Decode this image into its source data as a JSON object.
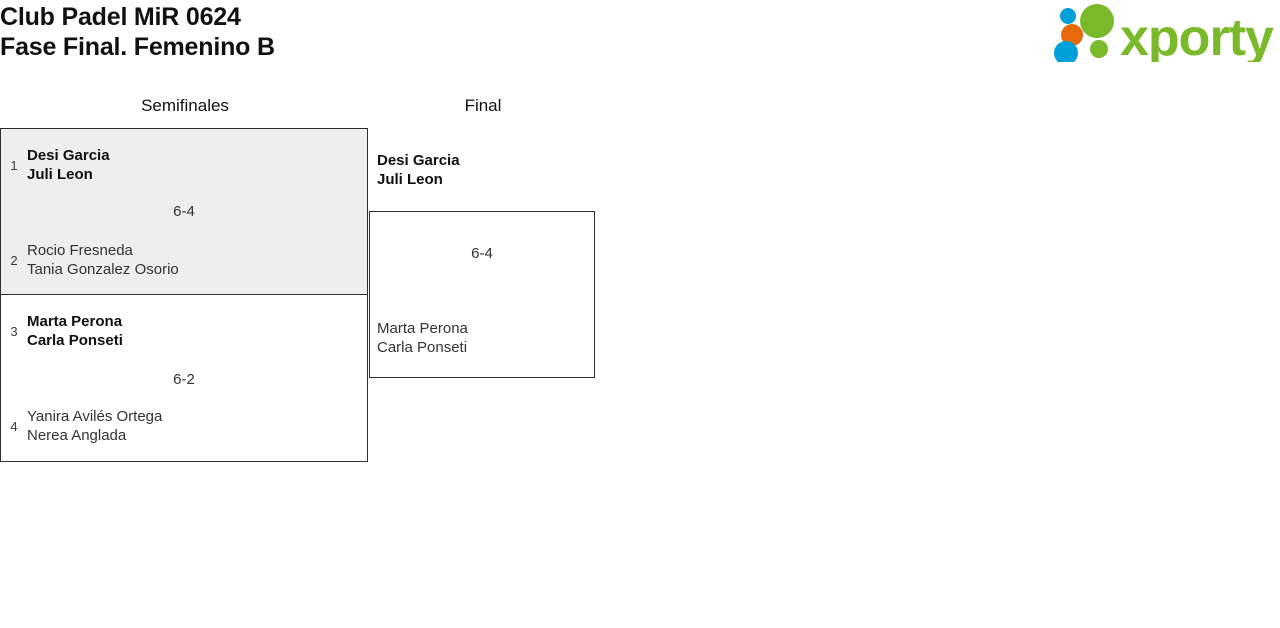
{
  "header": {
    "title_line1": "Club Padel MiR 0624",
    "title_line2": "Fase Final. Femenino B",
    "title_full": "Club Padel MiR 0624\nFase Final. Femenino B",
    "logo": {
      "name": "xporty-logo",
      "wordmark": "xporty",
      "colors": {
        "green": "#7ab929",
        "blue": "#00a0dd",
        "orange": "#e8690b"
      }
    }
  },
  "bracket": {
    "rounds": [
      {
        "id": "semifinales",
        "label": "Semifinales"
      },
      {
        "id": "final",
        "label": "Final"
      }
    ],
    "matches": [
      {
        "id": "sf-1",
        "round": "semifinales",
        "highlighted": true,
        "score": "6-4",
        "teams": [
          {
            "seed": "1",
            "players": "Desi Garcia\nJuli Leon",
            "winner": true
          },
          {
            "seed": "2",
            "players": "Rocio Fresneda\nTania Gonzalez Osorio",
            "winner": false
          }
        ]
      },
      {
        "id": "sf-2",
        "round": "semifinales",
        "highlighted": false,
        "score": "6-2",
        "teams": [
          {
            "seed": "3",
            "players": "Marta Perona\nCarla Ponseti",
            "winner": true
          },
          {
            "seed": "4",
            "players": "Yanira Avilés Ortega\nNerea Anglada",
            "winner": false
          }
        ]
      },
      {
        "id": "final-1",
        "round": "final",
        "highlighted": false,
        "score": "6-4",
        "teams": [
          {
            "seed": "",
            "players": "Desi Garcia\nJuli Leon",
            "winner": true
          },
          {
            "seed": "",
            "players": "Marta Perona\nCarla Ponseti",
            "winner": false
          }
        ]
      }
    ]
  },
  "colors": {
    "highlight_fill": "#eeeeee",
    "box_border": "#2e2e2e",
    "text": "#1a1a1a",
    "background": "#ffffff"
  }
}
